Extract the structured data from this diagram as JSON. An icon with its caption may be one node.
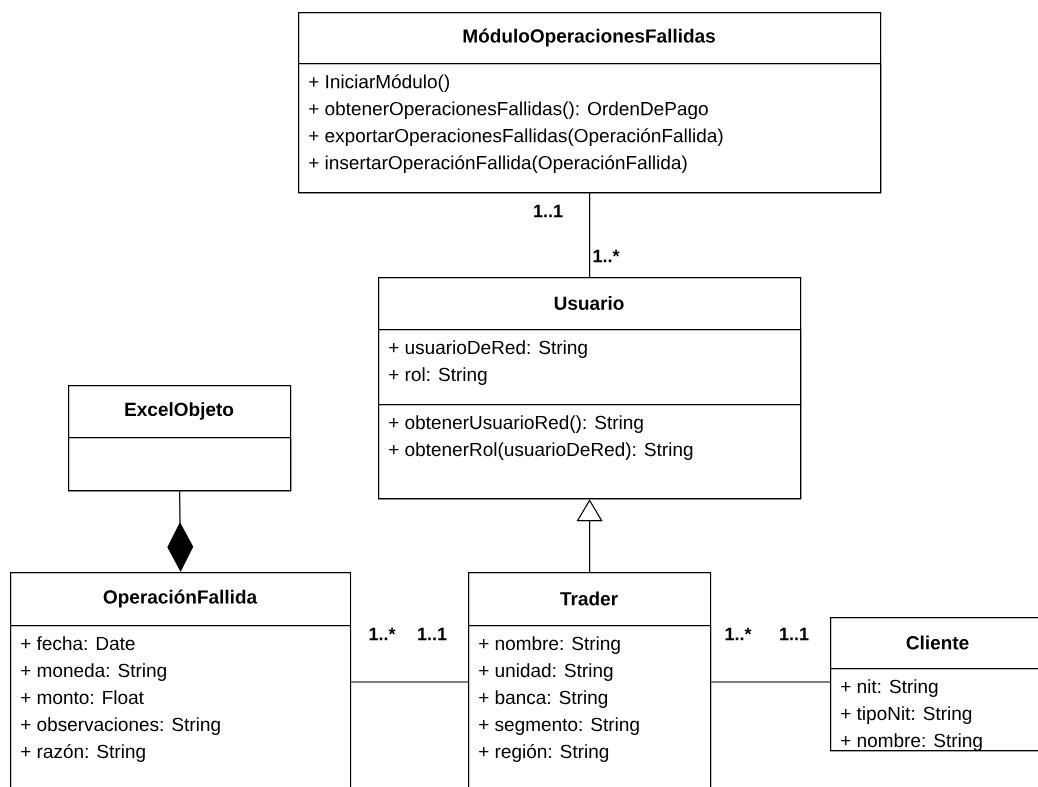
{
  "diagram": {
    "nodes": [
      {
        "text": [
          "MóduloOperacionesFallidas"
        ]
      },
      {
        "text": [
          "+ IniciarMódulo()",
          "+ obtenerOperacionesFallidas(): OrdenDePago",
          "+ exportarOperacionesFallidas(OperaciónFallida)",
          "+ insertarOperaciónFallida(OperaciónFallida)"
        ],
        "in": 0
      },
      {
        "text": [
          "Usuario"
        ]
      },
      {
        "text": [
          "+ usuarioDeRed: String",
          "+ rol: String"
        ],
        "in": 2
      },
      {
        "text": [
          "+ obtenerUsuarioRed(): String",
          "+ obtenerRol(usuarioDeRed): String"
        ],
        "in": 2
      },
      {
        "text": [
          "ExcelObjeto"
        ]
      },
      {
        "text": [],
        "shape": "box",
        "in": 5
      },
      {
        "text": [
          "OperaciónFallida"
        ]
      },
      {
        "text": [
          "+ fecha: Date",
          "+ moneda: String",
          "+ monto: Float",
          "+ observaciones: String",
          "+ razón: String"
        ],
        "in": 7
      },
      {
        "text": [
          "Trader"
        ]
      },
      {
        "text": [
          "+ nombre: String",
          "+ unidad: String",
          "+ banca: String",
          "+ segmento: String",
          "+ región: String"
        ],
        "in": 9
      },
      {
        "text": [
          "Cliente"
        ]
      },
      {
        "text": [
          "+ nit: String",
          "+ tipoNit: String",
          "+ nombre: String"
        ],
        "in": 11
      }
    ],
    "edges": [
      {
        "from": 0,
        "to": 2,
        "arrow": "none"
      },
      {
        "from": 9,
        "to": 2,
        "arrow": "to"
      },
      {
        "from": 5,
        "to": 7,
        "arrow": "other"
      },
      {
        "from": 7,
        "to": 9,
        "arrow": "none"
      },
      {
        "from": 9,
        "to": 11,
        "arrow": "none"
      }
    ],
    "labels": [
      "1..1",
      "1..*",
      "1..*",
      "1..1",
      "1..*",
      "1..1"
    ]
  }
}
